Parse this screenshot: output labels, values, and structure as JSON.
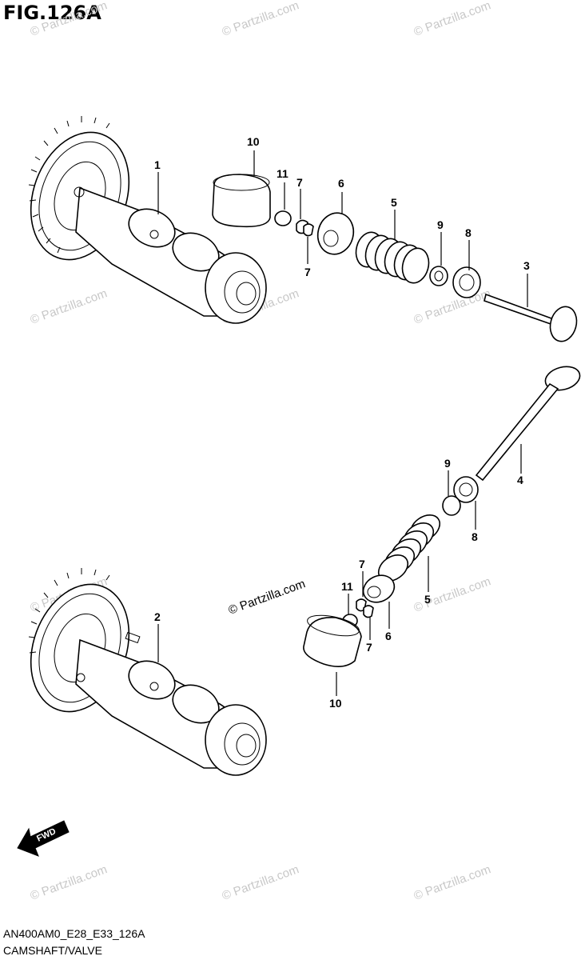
{
  "figure": {
    "title": "FIG.126A",
    "code": "AN400AM0_E28_E33_126A",
    "name": "CAMSHAFT/VALVE",
    "fwd_label": "FWD"
  },
  "watermark": {
    "text": "© Partzilla.com"
  },
  "callouts": {
    "top": [
      "10",
      "11",
      "7",
      "7",
      "6",
      "5",
      "9",
      "8",
      "3",
      "1"
    ],
    "bottom": [
      "2",
      "9",
      "4",
      "8",
      "7",
      "11",
      "7",
      "6",
      "5",
      "10"
    ]
  }
}
